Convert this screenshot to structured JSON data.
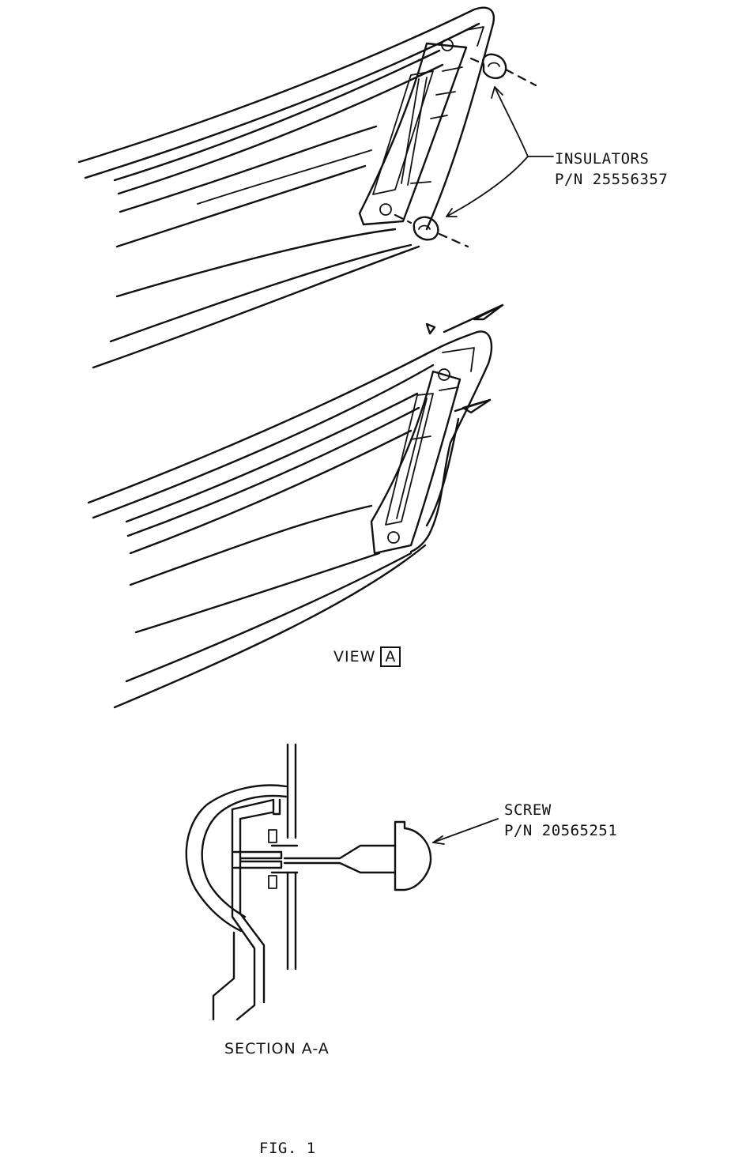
{
  "callouts": {
    "insulators": {
      "name": "INSULATORS",
      "part_number": "P/N 25556357"
    },
    "screw": {
      "name": "SCREW",
      "part_number": "P/N 20565251"
    }
  },
  "view": {
    "label": "VIEW",
    "tag": "A"
  },
  "section": {
    "label": "SECTION A-A"
  },
  "figure": {
    "label": "FIG. 1"
  },
  "colors": {
    "ink": "#111111",
    "paper": "#ffffff"
  }
}
